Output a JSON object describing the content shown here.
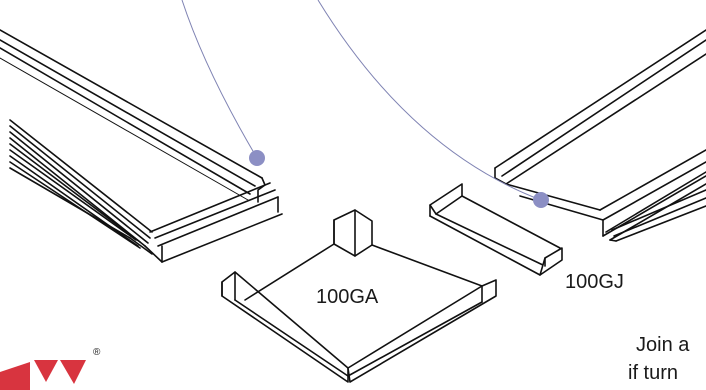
{
  "labels": {
    "corner_part": "100GA",
    "joint_part": "100GJ"
  },
  "note": {
    "line1": "Join a",
    "line2": "if turn"
  },
  "logo": {
    "registered_mark": "®",
    "color": "#d8343f"
  },
  "colors": {
    "outline": "#111111",
    "pointer_line": "#7f83b3",
    "pointer_dot": "#8c8fc4"
  }
}
